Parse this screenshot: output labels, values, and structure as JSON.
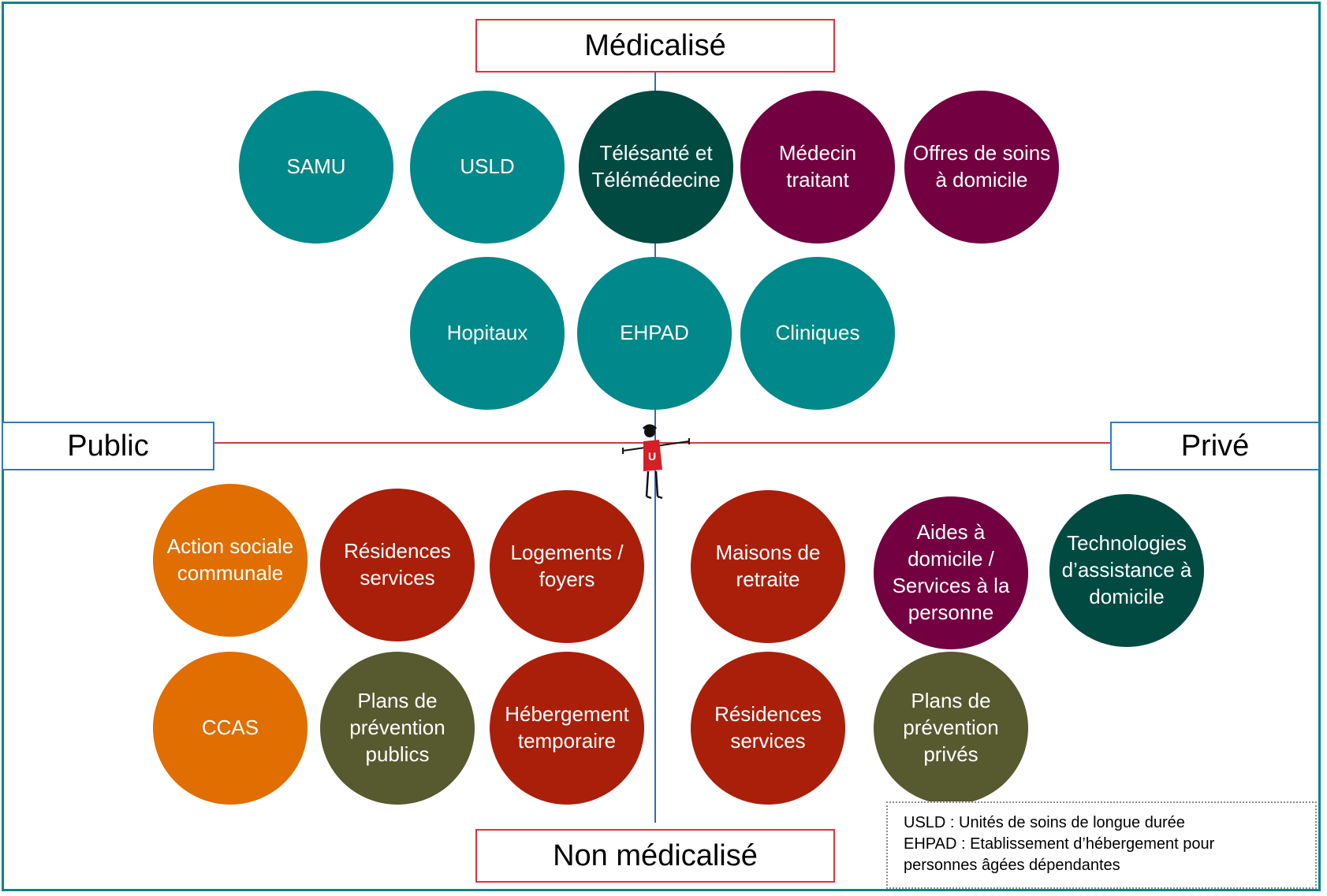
{
  "labels": {
    "top": "Médicalisé",
    "bottom": "Non médicalisé",
    "left": "Public",
    "right": "Privé"
  },
  "nodes": {
    "samu": "SAMU",
    "usld": "USLD",
    "telesante_l1": "Télésanté et",
    "telesante_l2": "Télémédecine",
    "medecin_l1": "Médecin",
    "medecin_l2": "traitant",
    "offres_l1": "Offres de soins",
    "offres_l2": "à domicile",
    "hopitaux": "Hopitaux",
    "ehpad": "EHPAD",
    "cliniques": "Cliniques",
    "action_l1": "Action sociale",
    "action_l2": "communale",
    "res_pub_l1": "Résidences",
    "res_pub_l2": "services",
    "logements_l1": "Logements /",
    "logements_l2": "foyers",
    "maisons_l1": "Maisons de",
    "maisons_l2": "retraite",
    "aides_l1": "Aides à",
    "aides_l2": "domicile /",
    "aides_l3": "Services à la",
    "aides_l4": "personne",
    "tech_l1": "Technologies",
    "tech_l2": "d’assistance à",
    "tech_l3": "domicile",
    "ccas": "CCAS",
    "plans_pub_l1": "Plans de",
    "plans_pub_l2": "prévention",
    "plans_pub_l3": "publics",
    "heberg_l1": "Hébergement",
    "heberg_l2": "temporaire",
    "res_priv_l1": "Résidences",
    "res_priv_l2": "services",
    "plans_priv_l1": "Plans de",
    "plans_priv_l2": "prévention",
    "plans_priv_l3": "privés"
  },
  "legend": {
    "line1": "USLD : Unités de soins de longue durée",
    "line2": "EHPAD : Etablissement d’hébergement pour",
    "line3": "personnes âgées dépendantes"
  },
  "figure_letter": "U",
  "colors": {
    "teal": "#00888a",
    "dark_green": "#004a42",
    "purple": "#730040",
    "orange": "#e06e00",
    "red": "#aa1f0a",
    "olive": "#57592f",
    "frame": "#00868a",
    "axis_vertical": "#2e6fb7",
    "axis_horizontal": "#d23a3a"
  }
}
